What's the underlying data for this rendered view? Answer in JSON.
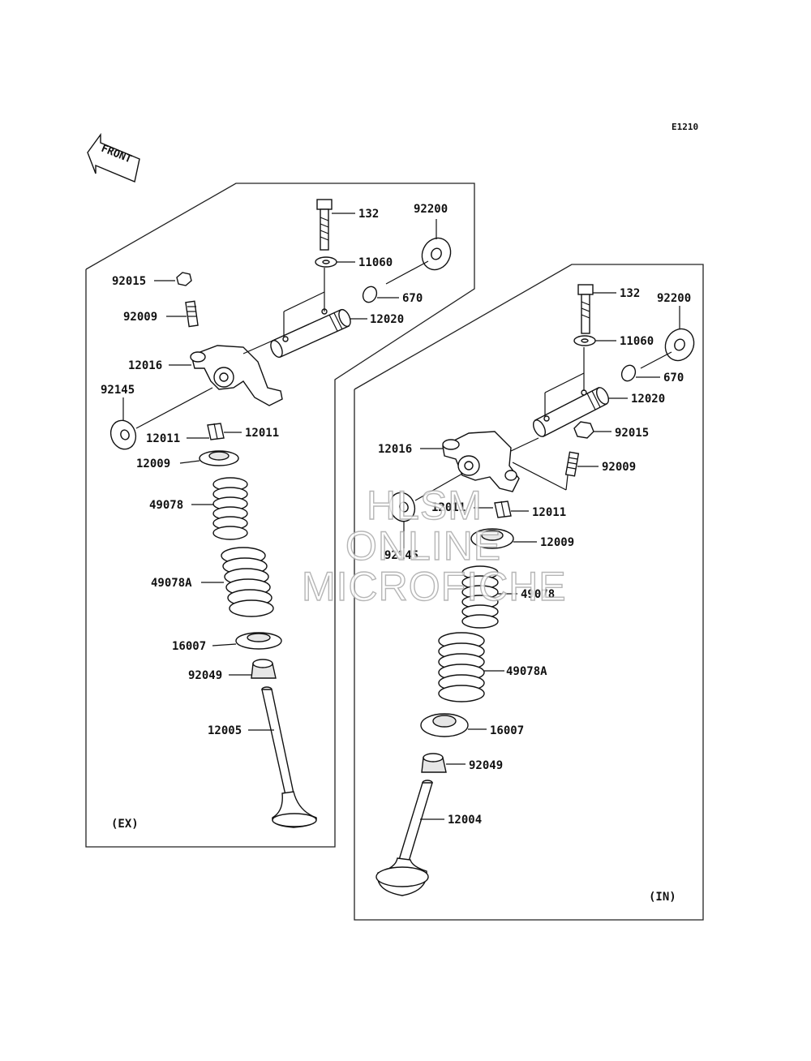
{
  "diagram_code": "E1210",
  "front_label": "FRONT",
  "watermark": [
    "HLSM",
    "ONLINE",
    "MICROFICHE"
  ],
  "ex_group": {
    "label": "(EX)",
    "parts": [
      {
        "id": "132",
        "text": "132"
      },
      {
        "id": "92200",
        "text": "92200"
      },
      {
        "id": "11060",
        "text": "11060"
      },
      {
        "id": "92015",
        "text": "92015"
      },
      {
        "id": "670",
        "text": "670"
      },
      {
        "id": "92009",
        "text": "92009"
      },
      {
        "id": "12020",
        "text": "12020"
      },
      {
        "id": "12016",
        "text": "12016"
      },
      {
        "id": "92145",
        "text": "92145"
      },
      {
        "id": "12011a",
        "text": "12011"
      },
      {
        "id": "12011b",
        "text": "12011"
      },
      {
        "id": "12009",
        "text": "12009"
      },
      {
        "id": "49078",
        "text": "49078"
      },
      {
        "id": "49078A",
        "text": "49078A"
      },
      {
        "id": "16007",
        "text": "16007"
      },
      {
        "id": "92049",
        "text": "92049"
      },
      {
        "id": "12005",
        "text": "12005"
      }
    ]
  },
  "in_group": {
    "label": "(IN)",
    "parts": [
      {
        "id": "132",
        "text": "132"
      },
      {
        "id": "92200",
        "text": "92200"
      },
      {
        "id": "11060",
        "text": "11060"
      },
      {
        "id": "670",
        "text": "670"
      },
      {
        "id": "12020",
        "text": "12020"
      },
      {
        "id": "92015",
        "text": "92015"
      },
      {
        "id": "12016",
        "text": "12016"
      },
      {
        "id": "92009",
        "text": "92009"
      },
      {
        "id": "12011a",
        "text": "12011"
      },
      {
        "id": "12011b",
        "text": "12011"
      },
      {
        "id": "12009",
        "text": "12009"
      },
      {
        "id": "92145",
        "text": "92145"
      },
      {
        "id": "49078",
        "text": "49078"
      },
      {
        "id": "49078A",
        "text": "49078A"
      },
      {
        "id": "16007",
        "text": "16007"
      },
      {
        "id": "92049",
        "text": "92049"
      },
      {
        "id": "12004",
        "text": "12004"
      }
    ]
  }
}
